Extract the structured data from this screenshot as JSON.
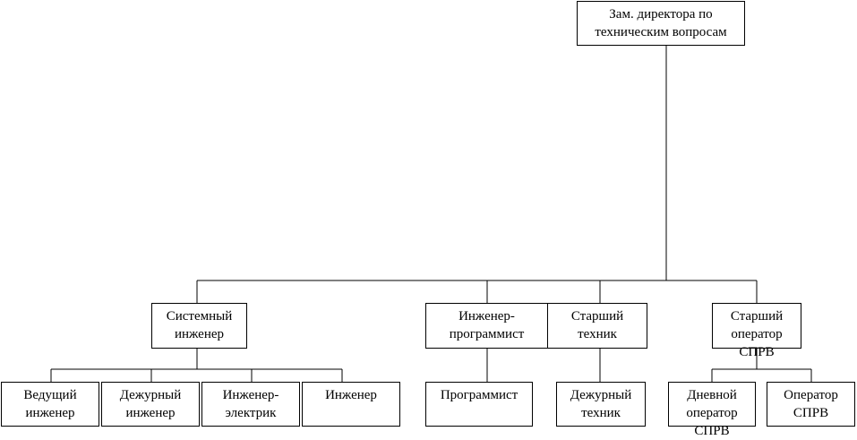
{
  "nodes": {
    "root": "Зам. директора по\nтехническим вопросам",
    "sys_engineer": "Системный\nинженер",
    "eng_programmer": "Инженер-\nпрограммист",
    "senior_tech": "Старший\nтехник",
    "senior_operator": "Старший\nоператор\nСПРВ",
    "lead_engineer": "Ведущий\nинженер",
    "duty_engineer": "Дежурный\nинженер",
    "eng_electric": "Инженер-\nэлектрик",
    "engineer": "Инженер",
    "programmer": "Программист",
    "duty_tech": "Дежурный\nтехник",
    "day_operator": "Дневной\nоператор\nСПРВ",
    "operator": "Оператор\nСПРВ"
  }
}
